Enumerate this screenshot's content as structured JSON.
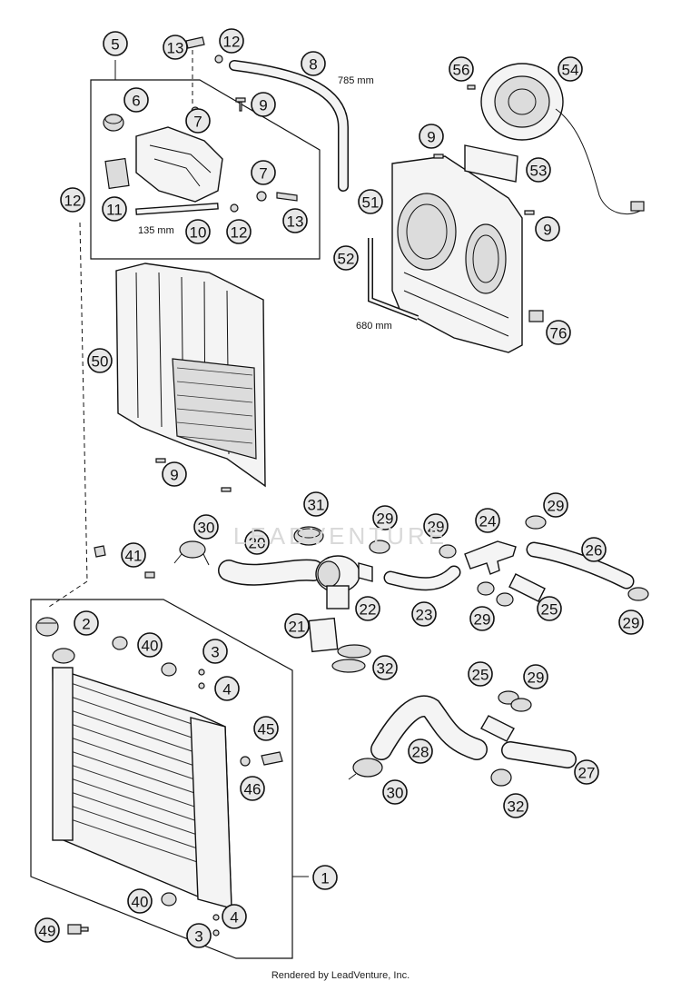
{
  "callouts": [
    {
      "label": "5"
    },
    {
      "label": "13"
    },
    {
      "label": "12"
    },
    {
      "label": "8"
    },
    {
      "label": "6"
    },
    {
      "label": "9"
    },
    {
      "label": "7"
    },
    {
      "label": "7"
    },
    {
      "label": "12"
    },
    {
      "label": "11"
    },
    {
      "label": "10"
    },
    {
      "label": "12"
    },
    {
      "label": "13"
    },
    {
      "label": "56"
    },
    {
      "label": "54"
    },
    {
      "label": "9"
    },
    {
      "label": "53"
    },
    {
      "label": "51"
    },
    {
      "label": "9"
    },
    {
      "label": "52"
    },
    {
      "label": "76"
    },
    {
      "label": "50"
    },
    {
      "label": "9"
    },
    {
      "label": "31"
    },
    {
      "label": "29"
    },
    {
      "label": "29"
    },
    {
      "label": "24"
    },
    {
      "label": "29"
    },
    {
      "label": "30"
    },
    {
      "label": "20"
    },
    {
      "label": "26"
    },
    {
      "label": "41"
    },
    {
      "label": "22"
    },
    {
      "label": "23"
    },
    {
      "label": "29"
    },
    {
      "label": "25"
    },
    {
      "label": "29"
    },
    {
      "label": "21"
    },
    {
      "label": "32"
    },
    {
      "label": "2"
    },
    {
      "label": "40"
    },
    {
      "label": "3"
    },
    {
      "label": "4"
    },
    {
      "label": "25"
    },
    {
      "label": "29"
    },
    {
      "label": "45"
    },
    {
      "label": "28"
    },
    {
      "label": "27"
    },
    {
      "label": "46"
    },
    {
      "label": "30"
    },
    {
      "label": "32"
    },
    {
      "label": "1"
    },
    {
      "label": "40"
    },
    {
      "label": "4"
    },
    {
      "label": "49"
    },
    {
      "label": "3"
    }
  ],
  "dimensions": {
    "hose_8_length": "785 mm",
    "hose_10_length": "135 mm",
    "hose_52_length": "680 mm"
  },
  "watermark": "LEADVENTURE",
  "footer": "Rendered by LeadVenture, Inc."
}
